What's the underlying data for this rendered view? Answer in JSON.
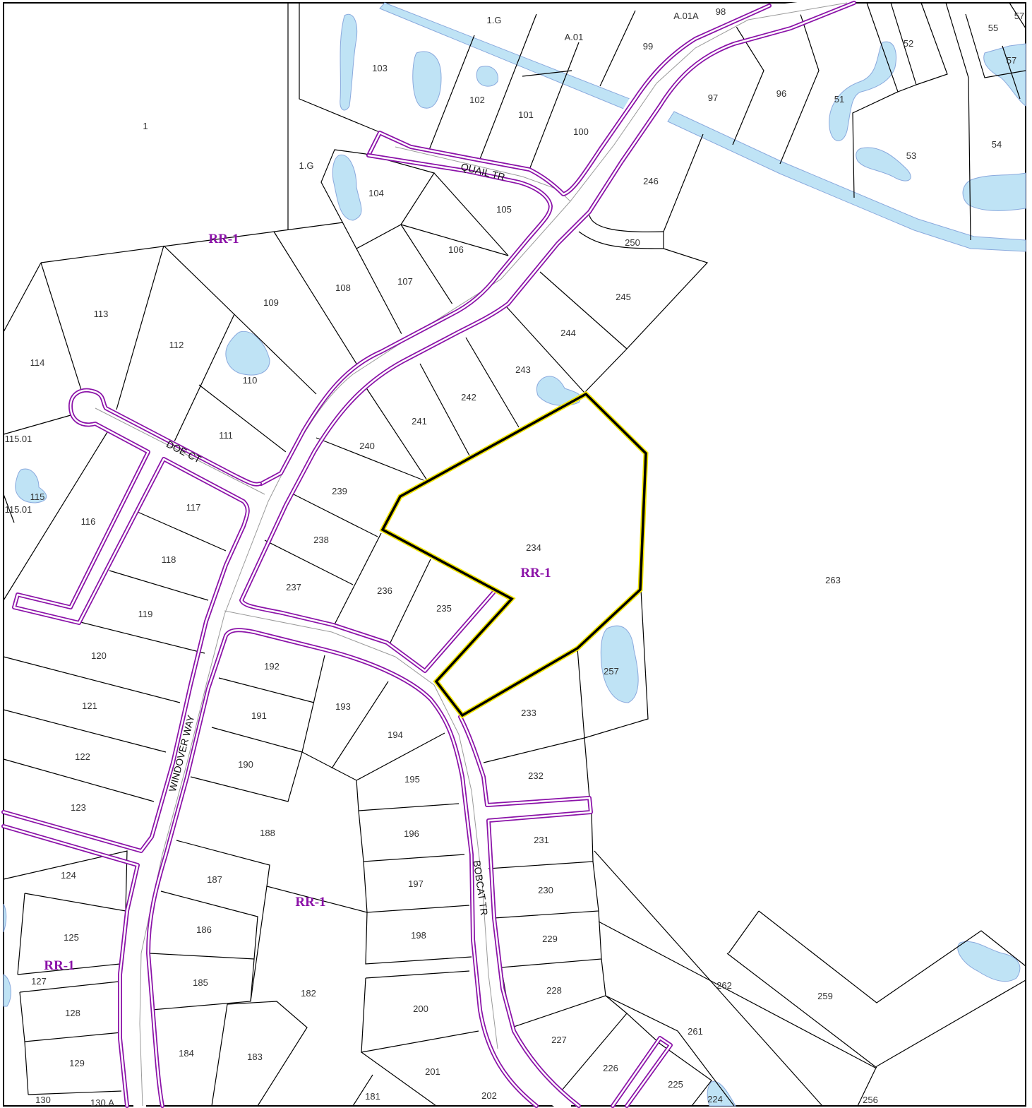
{
  "map": {
    "colors": {
      "zoning_outline": "#8b12a8",
      "subject_highlight": "#f2e600",
      "water": "#bfe3f5",
      "parcel_line": "#000000"
    },
    "streets": {
      "quail": "QUAIL TR",
      "doe": "DOE CT",
      "windover": "WINDOVER WAY",
      "bobcat": "BOBCAT TR"
    },
    "zones": [
      "RR-1",
      "RR-1",
      "RR-1",
      "RR-1"
    ],
    "lots": [
      "1",
      "1.G",
      "1.G",
      "A.01",
      "A.01A",
      "98",
      "99",
      "55",
      "57",
      "57",
      "52",
      "51",
      "54",
      "53",
      "97",
      "96",
      "103",
      "102",
      "101",
      "100",
      "104",
      "105",
      "106",
      "107",
      "108",
      "109",
      "110",
      "111",
      "112",
      "113",
      "114",
      "115.01",
      "115",
      "115.01",
      "116",
      "117",
      "118",
      "119",
      "120",
      "121",
      "122",
      "123",
      "124",
      "125",
      "127",
      "128",
      "129",
      "130",
      "130.A",
      "181",
      "182",
      "183",
      "184",
      "185",
      "186",
      "187",
      "188",
      "190",
      "191",
      "192",
      "193",
      "194",
      "195",
      "196",
      "197",
      "198",
      "200",
      "201",
      "202",
      "224",
      "225",
      "226",
      "227",
      "228",
      "229",
      "230",
      "231",
      "232",
      "233",
      "234",
      "235",
      "236",
      "237",
      "238",
      "239",
      "240",
      "241",
      "242",
      "243",
      "244",
      "245",
      "246",
      "250",
      "256",
      "257",
      "259",
      "261",
      "262",
      "263"
    ]
  }
}
